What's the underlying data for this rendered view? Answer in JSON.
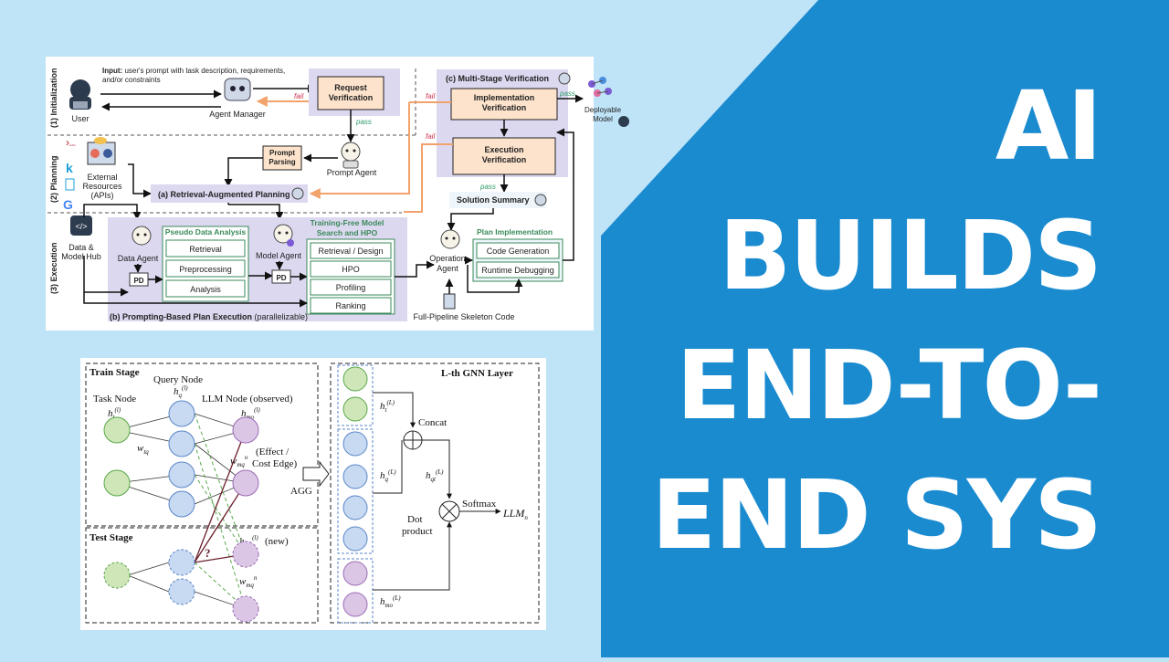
{
  "title_lines": [
    "AI",
    "BUILDS",
    "END-TO-",
    "END SYS"
  ],
  "colors": {
    "background": "#bfe3f7",
    "panel": "#1b8bd0",
    "title": "#ffffff",
    "verify_box": "#fde3cc",
    "stage_fill": "#dcd8f0",
    "green_text": "#3a8a5a",
    "fail": "#d0324f",
    "pass": "#2e9a6a"
  },
  "top_diagram": {
    "stages": [
      "(1) Initialization",
      "(2) Planning",
      "(3) Execution"
    ],
    "input_label": "Input:",
    "input_text": [
      "user's prompt with task description, requirements,",
      "and/or constraints"
    ],
    "user": "User",
    "agent_manager": "Agent Manager",
    "request_verification": [
      "Request",
      "Verification"
    ],
    "multi_stage_verification": "(c) Multi-Stage Verification",
    "implementation_verification": [
      "Implementation",
      "Verification"
    ],
    "execution_verification": [
      "Execution",
      "Verification"
    ],
    "deployable_model": [
      "Deployable",
      "Model"
    ],
    "fail": "fail",
    "pass": "pass",
    "prompt_parsing": [
      "Prompt",
      "Parsing"
    ],
    "prompt_agent": "Prompt Agent",
    "external_resources": [
      "External",
      "Resources",
      "(APIs)"
    ],
    "resource_icons": [
      "arXiv",
      "k",
      "G"
    ],
    "retrieval_augmented_planning": "(a) Retrieval-Augmented Planning",
    "solution_summary": "Solution Summary",
    "data_model_hub": [
      "Data &",
      "Model Hub"
    ],
    "data_agent": "Data Agent",
    "model_agent": "Model Agent",
    "pd": "PD",
    "pseudo_data_analysis": "Pseudo Data Analysis",
    "pseudo_steps": [
      "Retrieval",
      "Preprocessing",
      "Analysis"
    ],
    "training_free": [
      "Training-Free Model",
      "Search and HPO"
    ],
    "model_steps": [
      "Retrieval / Design",
      "HPO",
      "Profiling",
      "Ranking"
    ],
    "operation_agent": [
      "Operation",
      "Agent"
    ],
    "plan_implementation": "Plan Implementation",
    "implementation_steps": [
      "Code Generation",
      "Runtime Debugging"
    ],
    "skeleton": "Full-Pipeline Skeleton Code",
    "prompting_based": "(b) Prompting-Based Plan Execution",
    "parallelizable": "(parallelizable)"
  },
  "bottom_diagram": {
    "train_stage": "Train Stage",
    "test_stage": "Test Stage",
    "query_node": "Query Node",
    "task_node": "Task Node",
    "llm_node": "LLM Node (observed)",
    "effect_cost_edge": [
      "(Effect /",
      "Cost Edge)"
    ],
    "new": "(new)",
    "agg": "AGG",
    "gnn_layer": "L-th GNN Layer",
    "concat": "Concat",
    "dot_product": [
      "Dot",
      "product"
    ],
    "softmax": "Softmax",
    "question_mark": "?",
    "math": {
      "h_q_l": "h",
      "h_t_l": "h",
      "h_mo_l": "h",
      "w_tq": "w",
      "w_mq": "w",
      "h_mn": "h",
      "w_mq_n": "w",
      "h_t_L": "h",
      "h_q_L": "h",
      "h_qt_L": "h",
      "h_mo_L": "h",
      "llm_n": "LLM"
    }
  }
}
